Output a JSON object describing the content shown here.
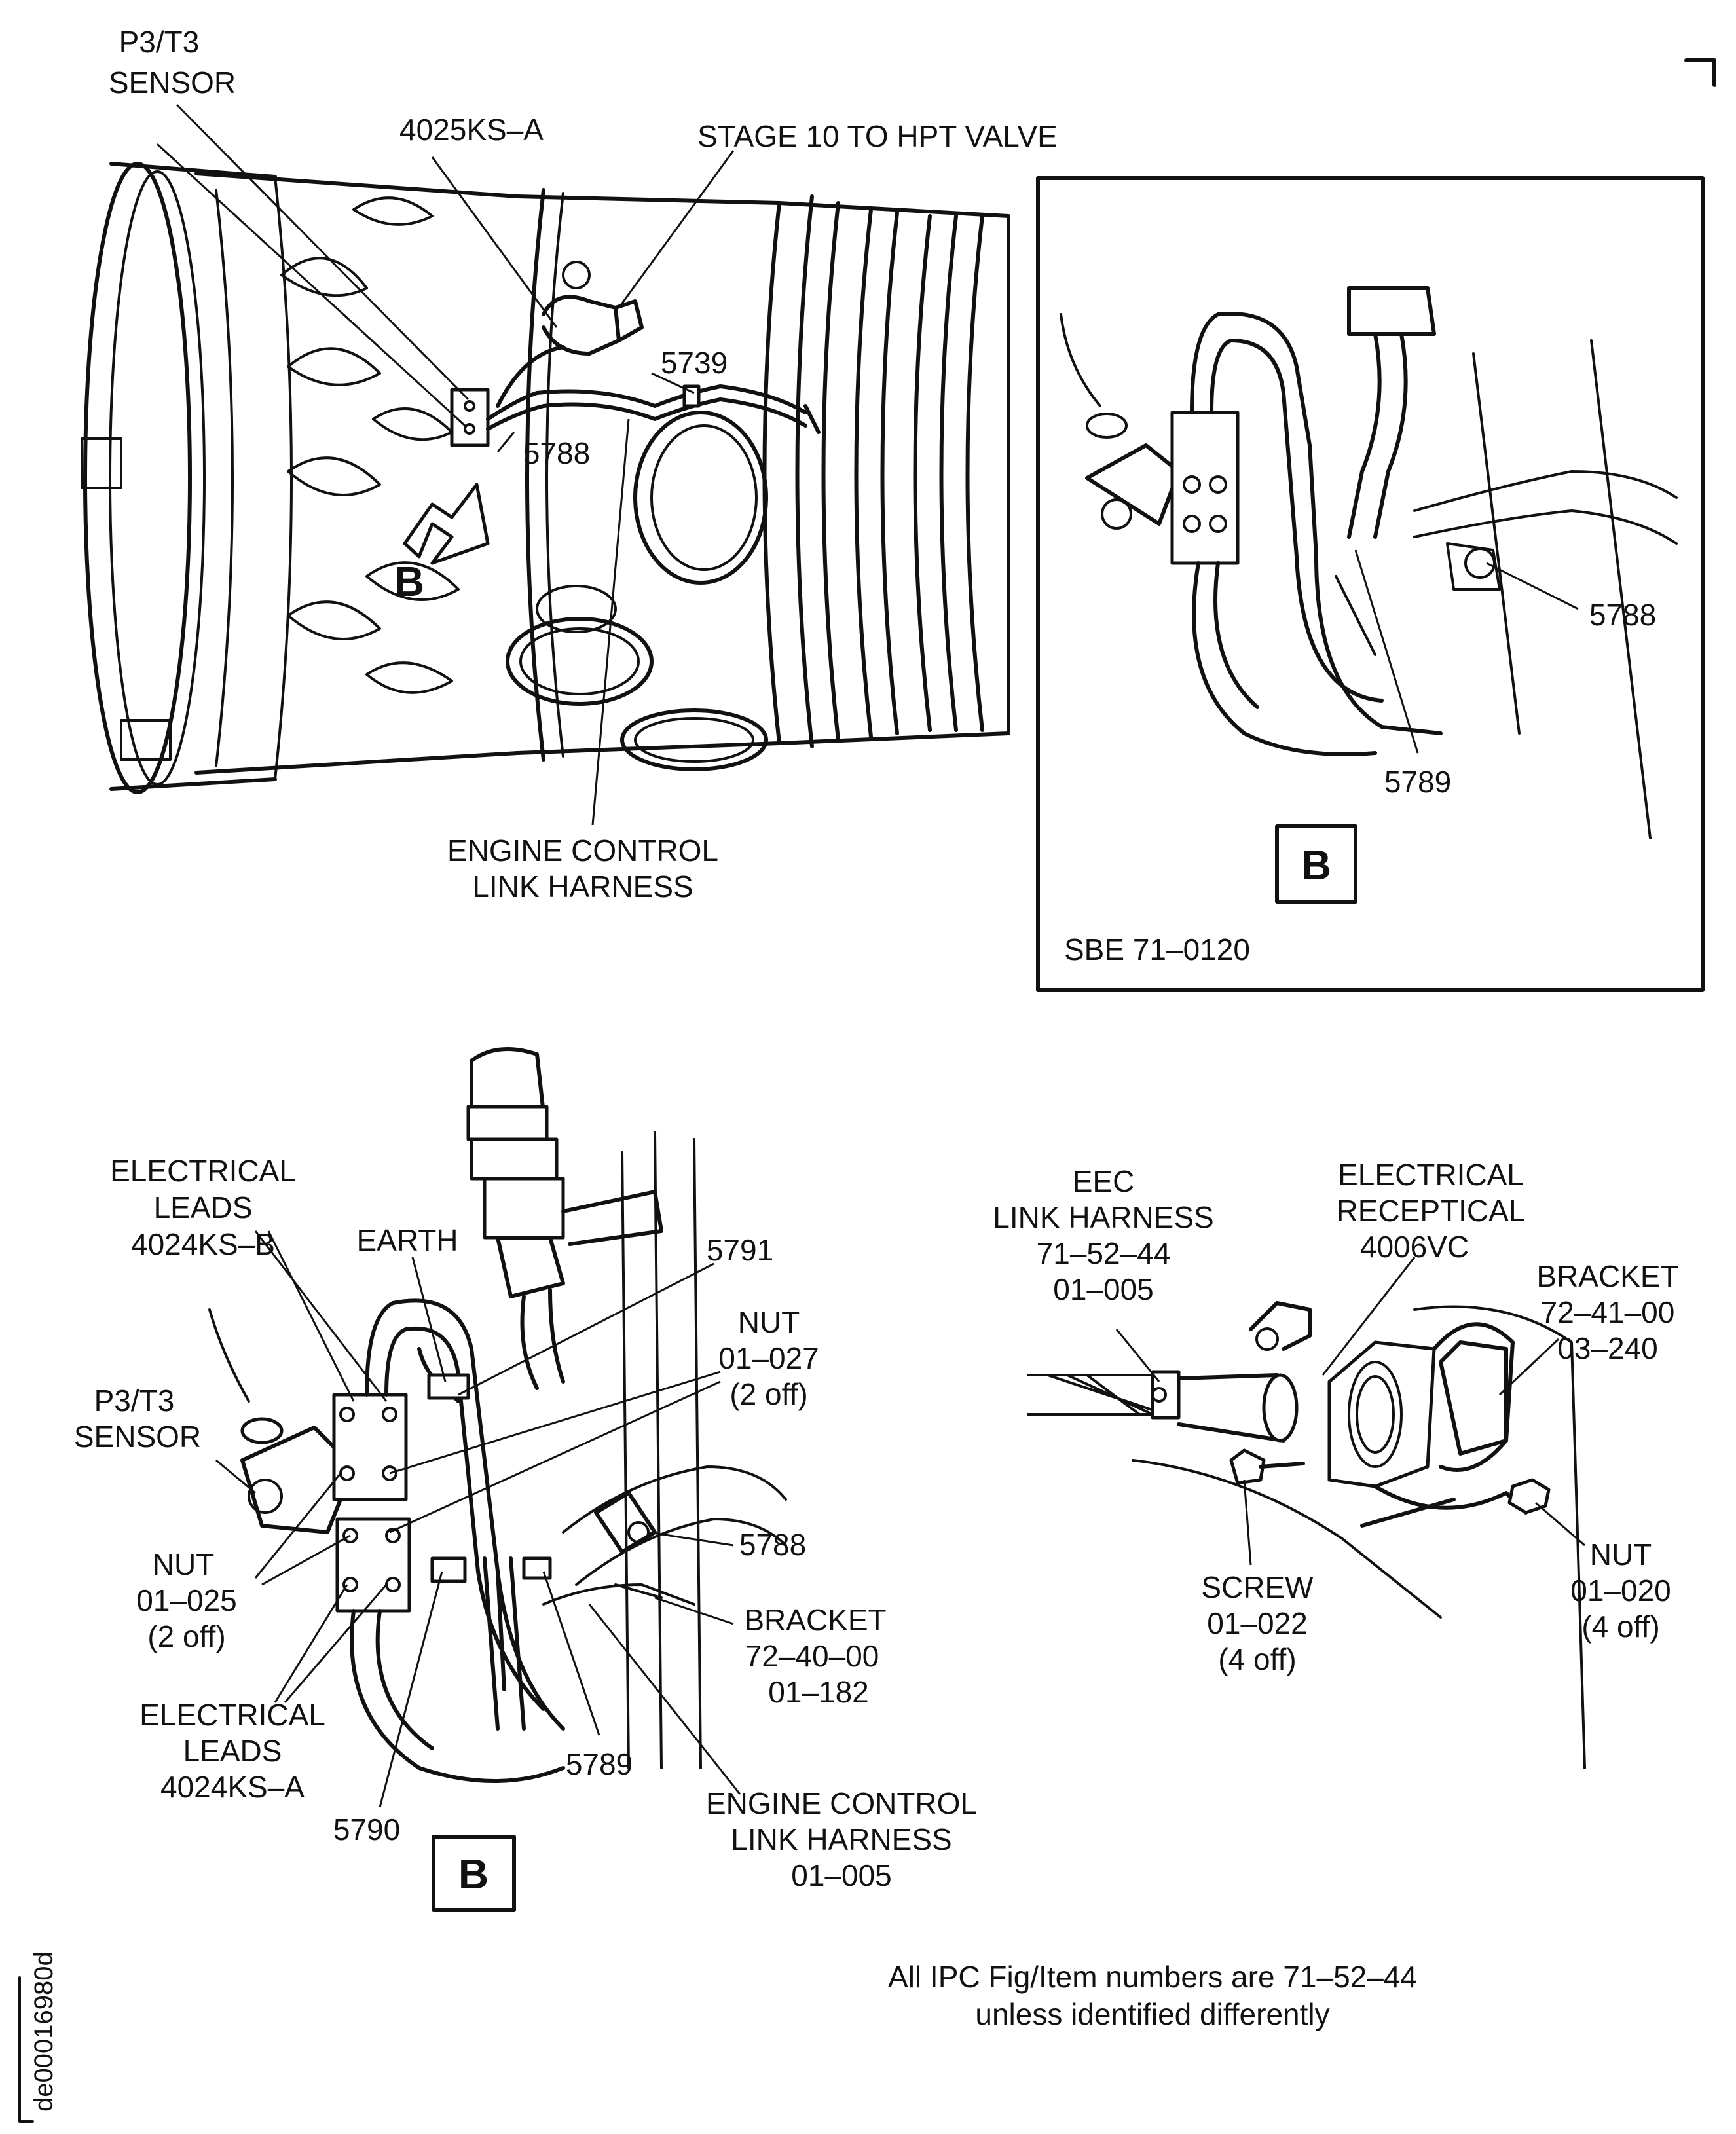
{
  "corner_mark": "",
  "top_view": {
    "labels": {
      "p3t3_line1": "P3/T3",
      "p3t3_line2": "SENSOR",
      "part_4025ks": "4025KS–A",
      "stage10": "STAGE 10 TO HPT VALVE",
      "item_5739": "5739",
      "item_5788": "5788",
      "view_b": "B",
      "harness_line1": "ENGINE CONTROL",
      "harness_line2": "LINK HARNESS"
    }
  },
  "inset": {
    "labels": {
      "item_5788": "5788",
      "item_5789": "5789",
      "view_b": "B",
      "sbe": "SBE 71–0120"
    }
  },
  "detail_b": {
    "labels": {
      "leads_b_line1": "ELECTRICAL",
      "leads_b_line2": "LEADS",
      "leads_b_line3": "4024KS–B",
      "earth": "EARTH",
      "item_5791": "5791",
      "nut027_line1": "NUT",
      "nut027_line2": "01–027",
      "nut027_line3": "(2 off)",
      "p3t3_line1": "P3/T3",
      "p3t3_line2": "SENSOR",
      "nut025_line1": "NUT",
      "nut025_line2": "01–025",
      "nut025_line3": "(2 off)",
      "item_5788": "5788",
      "bracket_line1": "BRACKET",
      "bracket_line2": "72–40–00",
      "bracket_line3": "01–182",
      "leads_a_line1": "ELECTRICAL",
      "leads_a_line2": "LEADS",
      "leads_a_line3": "4024KS–A",
      "item_5789": "5789",
      "item_5790": "5790",
      "harness_line1": "ENGINE CONTROL",
      "harness_line2": "LINK HARNESS",
      "harness_line3": "01–005",
      "view_b": "B"
    }
  },
  "receptacle": {
    "labels": {
      "eec_line1": "EEC",
      "eec_line2": "LINK HARNESS",
      "eec_line3": "71–52–44",
      "eec_line4": "01–005",
      "recept_line1": "ELECTRICAL",
      "recept_line2": "RECEPTICAL",
      "recept_line3": "4006VC",
      "bracket_line1": "BRACKET",
      "bracket_line2": "72–41–00",
      "bracket_line3": "03–240",
      "screw_line1": "SCREW",
      "screw_line2": "01–022",
      "screw_line3": "(4 off)",
      "nut_line1": "NUT",
      "nut_line2": "01–020",
      "nut_line3": "(4 off)"
    }
  },
  "footnote": {
    "line1": "All IPC Fig/Item numbers are 71–52–44",
    "line2": "unless identified differently"
  },
  "drawing_id": "de00016980d"
}
